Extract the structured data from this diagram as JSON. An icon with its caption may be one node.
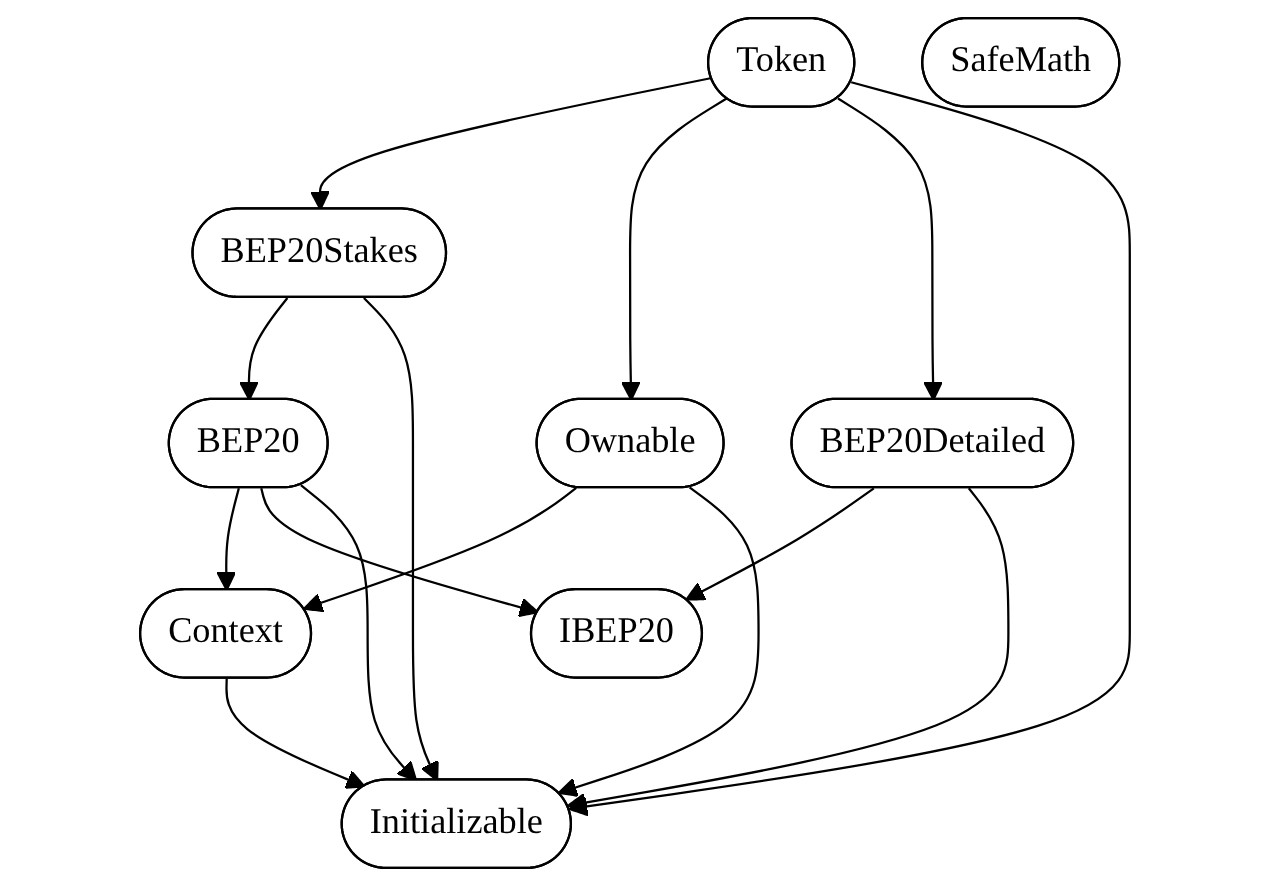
{
  "diagram": {
    "nodes": [
      {
        "text": [
          "Token"
        ]
      },
      {
        "text": [
          "SafeMath"
        ]
      },
      {
        "text": [
          "BEP20Stakes"
        ]
      },
      {
        "text": [
          "Ownable"
        ]
      },
      {
        "text": [
          "BEP20"
        ]
      },
      {
        "text": [
          "BEP20Detailed"
        ]
      },
      {
        "text": [
          "Context"
        ]
      },
      {
        "text": [
          "IBEP20"
        ]
      },
      {
        "text": [
          "Initializable"
        ]
      }
    ],
    "edges": [
      {
        "from": 0,
        "to": 2,
        "arrow": "to"
      },
      {
        "from": 0,
        "to": 3,
        "arrow": "to"
      },
      {
        "from": 0,
        "to": 5,
        "arrow": "to"
      },
      {
        "from": 0,
        "to": 8,
        "arrow": "to"
      },
      {
        "from": 2,
        "to": 4,
        "arrow": "to"
      },
      {
        "from": 2,
        "to": 8,
        "arrow": "to"
      },
      {
        "from": 3,
        "to": 6,
        "arrow": "to"
      },
      {
        "from": 3,
        "to": 8,
        "arrow": "to"
      },
      {
        "from": 4,
        "to": 6,
        "arrow": "to"
      },
      {
        "from": 4,
        "to": 7,
        "arrow": "to"
      },
      {
        "from": 4,
        "to": 8,
        "arrow": "to"
      },
      {
        "from": 5,
        "to": 7,
        "arrow": "to"
      },
      {
        "from": 5,
        "to": 8,
        "arrow": "to"
      },
      {
        "from": 6,
        "to": 8,
        "arrow": "to"
      }
    ]
  }
}
